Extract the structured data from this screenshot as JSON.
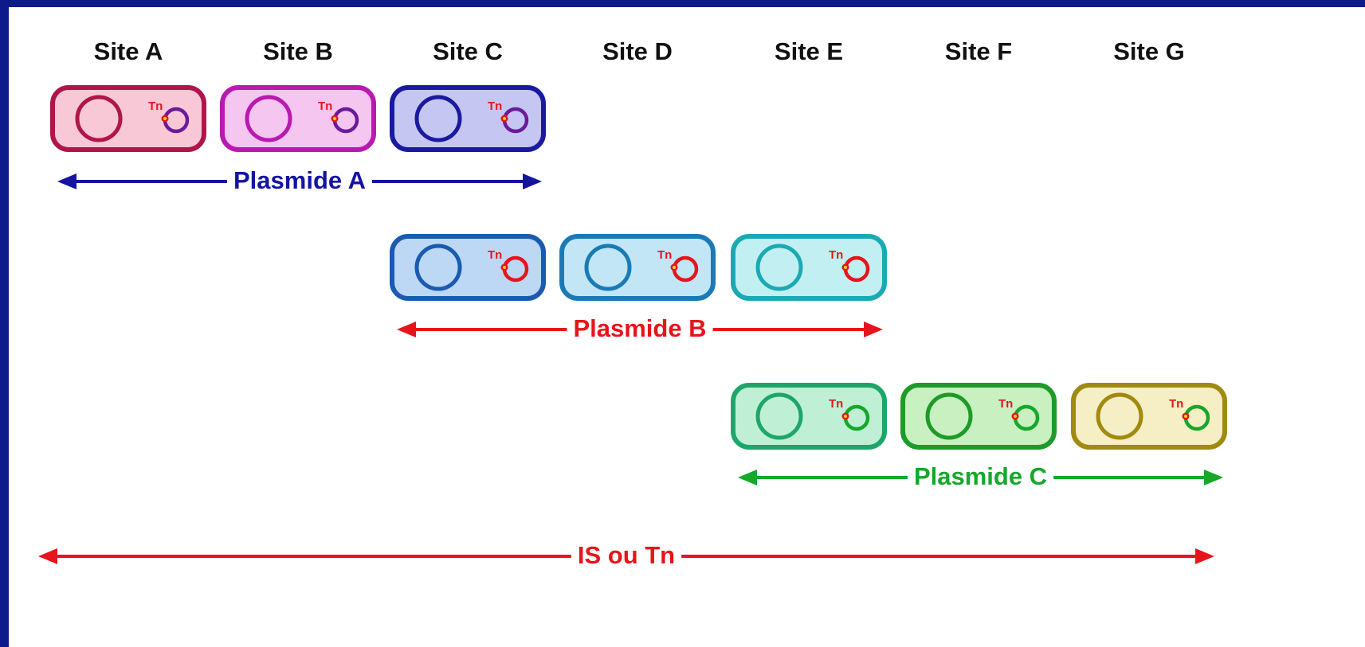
{
  "sites": [
    "Site A",
    "Site B",
    "Site C",
    "Site D",
    "Site E",
    "Site F",
    "Site G"
  ],
  "tn_marker": "Tn",
  "colors": {
    "frame": "#0d1a8a",
    "background": "#ffffff",
    "site_label": "#111111",
    "tn_label": "#e8141b",
    "tn_dot_red": "#e8141b",
    "tn_dot_yellow": "#f2d21b"
  },
  "groups": [
    {
      "label": "Plasmide A",
      "color": "#1414a0",
      "plasmid_color": "#6a1a9a",
      "cells": [
        {
          "site": "Site A",
          "fill": "#f8c8d6",
          "border": "#b0154a",
          "chromosome": "#b0154a"
        },
        {
          "site": "Site B",
          "fill": "#f5c6f0",
          "border": "#b81ab0",
          "chromosome": "#b81ab0"
        },
        {
          "site": "Site C",
          "fill": "#c6c6f2",
          "border": "#1a1aa0",
          "chromosome": "#1a1aa0"
        }
      ]
    },
    {
      "label": "Plasmide B",
      "color": "#e8141b",
      "plasmid_color": "#e8141b",
      "cells": [
        {
          "site": "Site C",
          "fill": "#bcd8f4",
          "border": "#1a5ab0",
          "chromosome": "#1a5ab0"
        },
        {
          "site": "Site D",
          "fill": "#c2e6f6",
          "border": "#1a7ab8",
          "chromosome": "#1a7ab8"
        },
        {
          "site": "Site E",
          "fill": "#c2f0f2",
          "border": "#1aaab4",
          "chromosome": "#1aaab4"
        }
      ]
    },
    {
      "label": "Plasmide C",
      "color": "#15a82a",
      "plasmid_color": "#15a82a",
      "cells": [
        {
          "site": "Site E",
          "fill": "#bff0d6",
          "border": "#1ea66a",
          "chromosome": "#1ea66a"
        },
        {
          "site": "Site F",
          "fill": "#c8f0c0",
          "border": "#1e9a28",
          "chromosome": "#1e9a28"
        },
        {
          "site": "Site G",
          "fill": "#f6eec4",
          "border": "#a08a10",
          "chromosome": "#a08a10"
        }
      ]
    }
  ],
  "bottom_span": {
    "label": "IS ou Tn",
    "color": "#e8141b"
  }
}
